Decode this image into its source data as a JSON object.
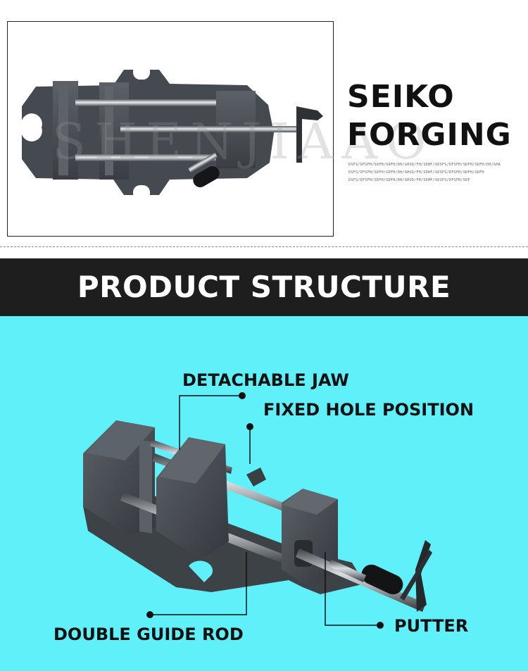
{
  "brand": {
    "line1": "SEIKO",
    "line2": "FORGING",
    "watermark": "SHENJIAAO",
    "codes": [
      "DSFS/DFSFH/SDFH/SDFH/DH/GHSD/FH/SDHF/SDSFS/DFSFH/SDFH/SDFH/DH/GHA",
      "DSFS/DFSFH/SDFH/SDFH/DH/GHSD/FH/SDHF/SDSFS/DFSFH/SDFH/SDFH",
      "DSFS/DFSFH/SDFH/SDFH/DH/GHSD/FH/SDHF/SDSFS/DFSFH/SDF"
    ]
  },
  "section": {
    "title": "PRODUCT STRUCTURE"
  },
  "diagram": {
    "labels": {
      "jaw": "DETACHABLE JAW",
      "hole": "FIXED HOLE POSITION",
      "rod": "DOUBLE GUIDE ROD",
      "putter": "PUTTER"
    }
  },
  "colors": {
    "band": "#1e1e1e",
    "diagram_bg": "#5ff0fa",
    "metal": "#4a4f55"
  }
}
